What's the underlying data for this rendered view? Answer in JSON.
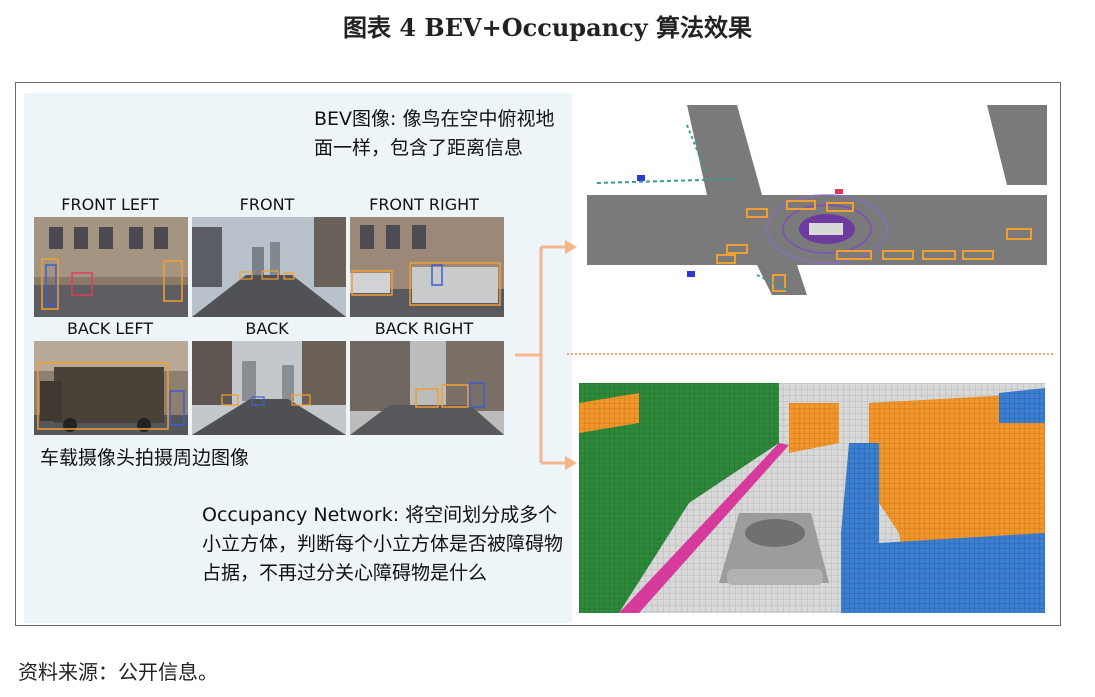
{
  "figure": {
    "title": "图表 4  BEV+Occupancy 算法效果",
    "source": "资料来源：公开信息。"
  },
  "bev": {
    "caption": "BEV图像: 像鸟在空中俯视地面一样，包含了距离信息"
  },
  "cameras": {
    "front_left": "FRONT LEFT",
    "front": "FRONT",
    "front_right": "FRONT RIGHT",
    "back_left": "BACK LEFT",
    "back": "BACK",
    "back_right": "BACK RIGHT",
    "caption": "车载摄像头拍摄周边图像"
  },
  "occupancy": {
    "caption": "Occupancy Network: 将空间划分成多个小立方体，判断每个小立方体是否被障碍物占据，不再过分关心障碍物是什么"
  },
  "colors": {
    "arrow": "#f4b48c",
    "dotted_divider": "#f0a878",
    "voxel_green": "#2e8a3a",
    "voxel_orange": "#f0962a",
    "voxel_blue": "#3b7fd0",
    "voxel_magenta": "#d63a9a",
    "box_orange": "#f0a030",
    "panel_bg": "#eef5f8"
  }
}
